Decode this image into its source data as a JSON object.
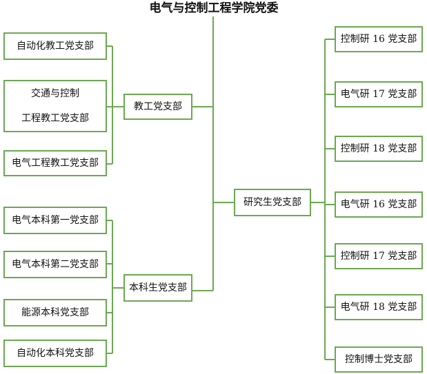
{
  "title": "电气与控制工程学院党委",
  "colors": {
    "border": "#6aa84f",
    "line": "#6aa84f",
    "text": "#111111"
  },
  "hub": {
    "label": "研究生党支部"
  },
  "left_groups": [
    {
      "label": "教工党支部",
      "children": [
        {
          "lines": [
            "自动化教工党支部"
          ]
        },
        {
          "lines": [
            "交通与控制",
            "工程教工党支部"
          ]
        },
        {
          "lines": [
            "电气工程教工党支部"
          ]
        }
      ]
    },
    {
      "label": "本科生党支部",
      "children": [
        {
          "lines": [
            "电气本科第一党支部"
          ]
        },
        {
          "lines": [
            "电气本科第二党支部"
          ]
        },
        {
          "lines": [
            "能源本科党支部"
          ]
        },
        {
          "lines": [
            "自动化本科党支部"
          ]
        }
      ]
    }
  ],
  "right_branches": [
    {
      "label": "控制研 16 党支部"
    },
    {
      "label": "电气研 17 党支部"
    },
    {
      "label": "控制研 18 党支部"
    },
    {
      "label": "电气研 16 党支部"
    },
    {
      "label": "控制研 17 党支部"
    },
    {
      "label": "电气研 18 党支部"
    },
    {
      "label": "控制博士党支部"
    }
  ]
}
